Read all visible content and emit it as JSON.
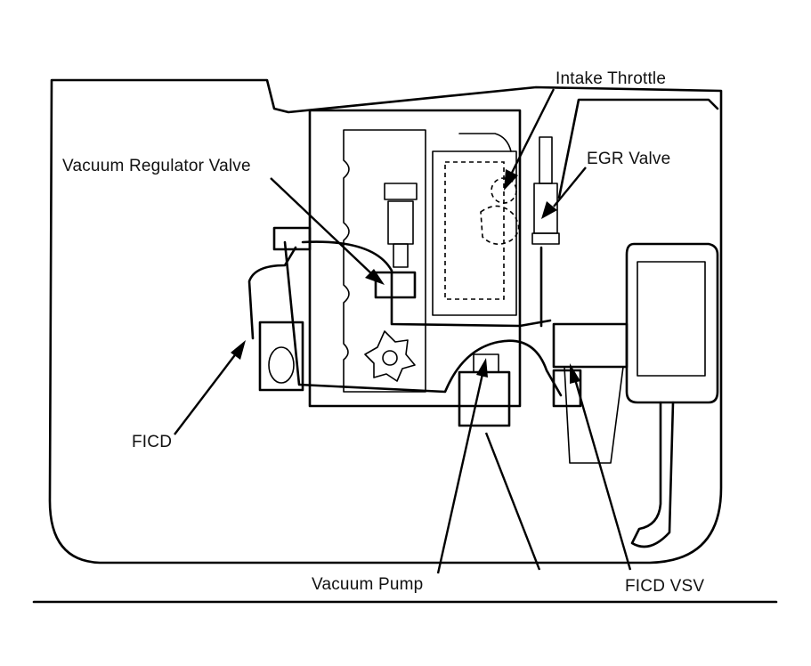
{
  "labels": {
    "intake_throttle": "Intake Throttle",
    "egr_valve": "EGR Valve",
    "vacuum_regulator_valve": "Vacuum Regulator Valve",
    "ficd": "FICD",
    "vacuum_pump": "Vacuum Pump",
    "ficd_vsv": "FICD VSV"
  }
}
